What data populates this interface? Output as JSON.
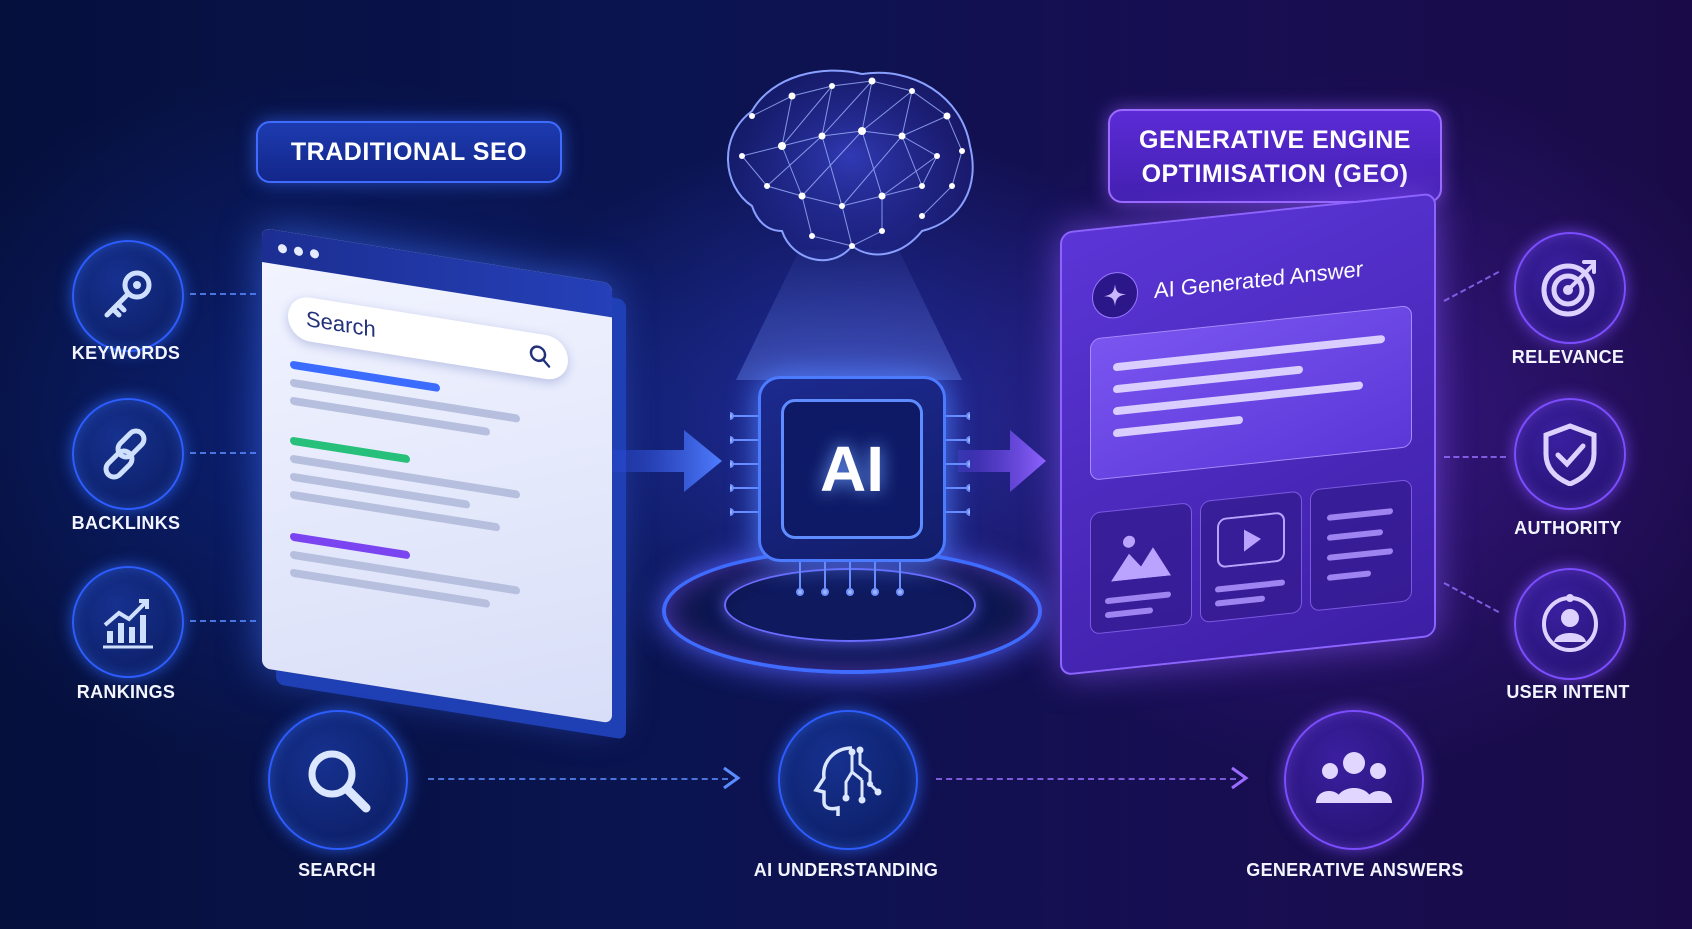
{
  "titles": {
    "traditional_seo": "TRADITIONAL SEO",
    "geo_line1": "GENERATIVE ENGINE",
    "geo_line2": "OPTIMISATION (GEO)"
  },
  "seo_factors": [
    {
      "label": "KEYWORDS",
      "icon": "key-icon"
    },
    {
      "label": "BACKLINKS",
      "icon": "link-icon"
    },
    {
      "label": "RANKINGS",
      "icon": "chart-growth-icon"
    }
  ],
  "geo_factors": [
    {
      "label": "RELEVANCE",
      "icon": "target-icon"
    },
    {
      "label": "AUTHORITY",
      "icon": "shield-check-icon"
    },
    {
      "label": "USER INTENT",
      "icon": "user-icon"
    }
  ],
  "browser": {
    "search_placeholder": "Search"
  },
  "geo_panel": {
    "answer_title": "AI Generated Answer"
  },
  "chip": {
    "label": "AI"
  },
  "flow": [
    {
      "label": "SEARCH",
      "icon": "search-icon"
    },
    {
      "label": "AI UNDERSTANDING",
      "icon": "brain-circuit-icon"
    },
    {
      "label": "GENERATIVE ANSWERS",
      "icon": "users-icon"
    }
  ],
  "colors": {
    "seo_accent": "#3f6bff",
    "geo_accent": "#8d63ff",
    "result_blue": "#3b6cff",
    "result_green": "#27c07a",
    "result_purple": "#7a45f0"
  }
}
